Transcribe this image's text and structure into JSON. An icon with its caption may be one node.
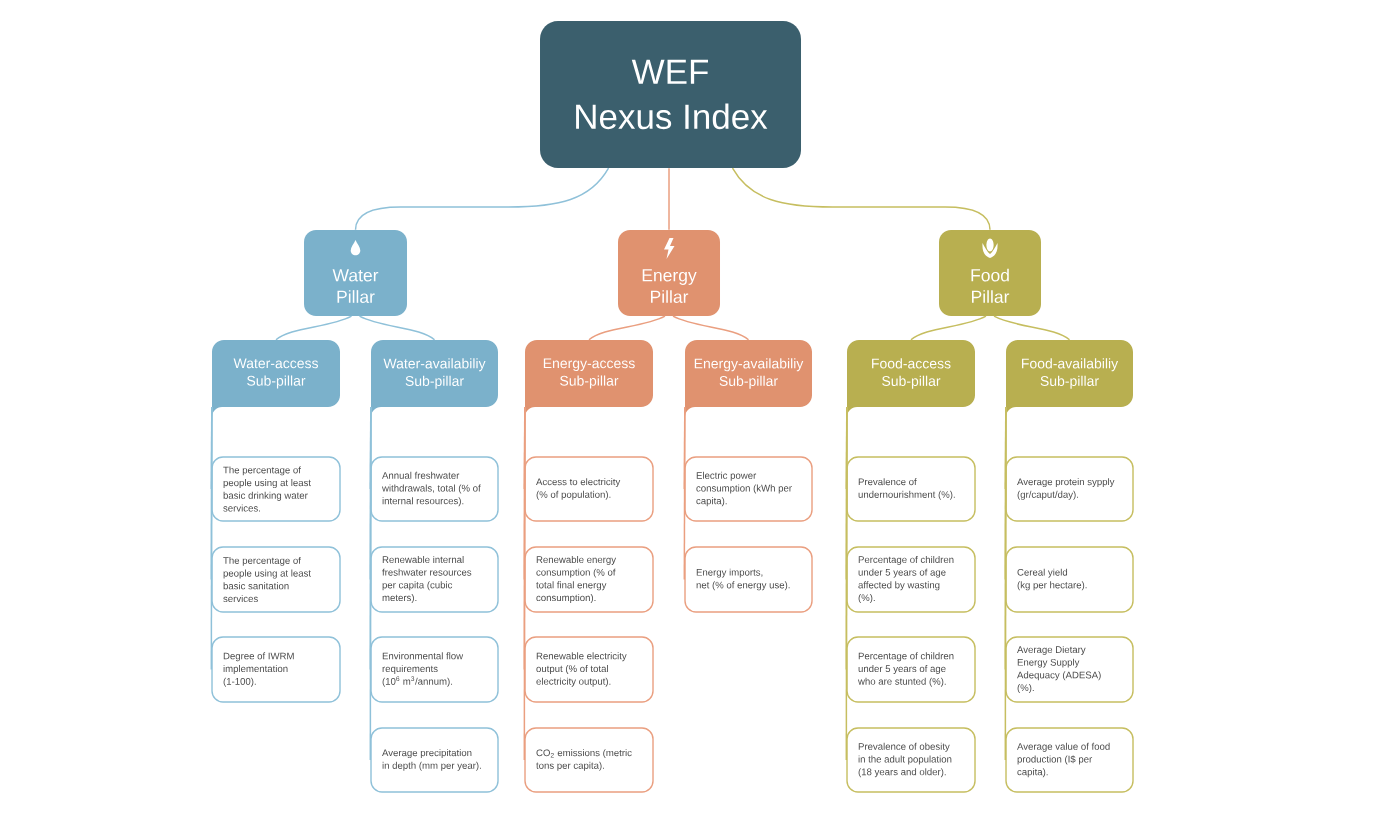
{
  "diagram": {
    "nodes": [
      {
        "text": [
          "WEF Nexus Index"
        ]
      },
      {
        "text": [
          "Water Pillar"
        ]
      },
      {
        "text": [
          "Energy Pillar"
        ]
      },
      {
        "text": [
          "Food Pillar"
        ]
      },
      {
        "text": [
          "Water-access Sub-pillar"
        ]
      },
      {
        "text": [
          "Water-availabiliy Sub-pillar"
        ]
      },
      {
        "text": [
          "Energy-access Sub-pillar"
        ]
      },
      {
        "text": [
          "Energy-availabiliy Sub-pillar"
        ]
      },
      {
        "text": [
          "Food-access Sub-pillar"
        ]
      },
      {
        "text": [
          "Food-availabiliy Sub-pillar"
        ]
      },
      {
        "text": [
          "The percentage of people using at least basic drinking water services."
        ]
      },
      {
        "text": [
          "The percentage of people using at least basic sanitation services"
        ]
      },
      {
        "text": [
          "Degree of IWRM implementation (1-100)."
        ]
      },
      {
        "text": [
          "Annual freshwater withdrawals, total (% of internal resources)."
        ]
      },
      {
        "text": [
          "Renewable internal freshwater resources per capita (cubic meters)."
        ]
      },
      {
        "text": [
          "Environmental flow requirements (10$^{6}$ m$^{3}$/annum)."
        ]
      },
      {
        "text": [
          "Average precipitation in depth (mm per year)."
        ]
      },
      {
        "text": [
          "Access to electricity (% of population)."
        ]
      },
      {
        "text": [
          "Renewable energy consumption (% of total final energy consumption)."
        ]
      },
      {
        "text": [
          "Renewable electricity output (% of total electricity output)."
        ]
      },
      {
        "text": [
          "CO$_{2}$ emissions (metric tons per capita)."
        ]
      },
      {
        "text": [
          "Electric power consumption (kWh per capita)."
        ]
      },
      {
        "text": [
          "Energy imports, net (% of energy use)."
        ]
      },
      {
        "text": [
          "Prevalence of undernourishment (%)."
        ]
      },
      {
        "text": [
          "Percentage of children under 5 years of age affected by wasting (%)."
        ]
      },
      {
        "text": [
          "Percentage of children under 5 years of age who are stunted (%)."
        ]
      },
      {
        "text": [
          "Prevalence of obesity in the adult population (18 years and older)."
        ]
      },
      {
        "text": [
          "Average protein sypply (gr/caput/day)."
        ]
      },
      {
        "text": [
          "Cereal yield (kg per hectare)."
        ]
      },
      {
        "text": [
          "Average Dietary Energy Supply Adequacy (ADESA) (%)."
        ]
      },
      {
        "text": [
          "Average value of food production (I$ per capita)."
        ]
      }
    ],
    "edges": [
      {
        "from": 0,
        "to": 1,
        "arrow": "none",
        "color": "#8fc1d9"
      },
      {
        "from": 0,
        "to": 2,
        "arrow": "none",
        "color": "#ea9f80"
      },
      {
        "from": 0,
        "to": 3,
        "arrow": "none",
        "color": "#c6be60"
      },
      {
        "from": 1,
        "to": 4,
        "arrow": "none",
        "color": "#8fc1d9"
      },
      {
        "from": 1,
        "to": 5,
        "arrow": "none",
        "color": "#8fc1d9"
      },
      {
        "from": 2,
        "to": 6,
        "arrow": "none",
        "color": "#ea9f80"
      },
      {
        "from": 2,
        "to": 7,
        "arrow": "none",
        "color": "#ea9f80"
      },
      {
        "from": 3,
        "to": 8,
        "arrow": "none",
        "color": "#c6be60"
      },
      {
        "from": 3,
        "to": 9,
        "arrow": "none",
        "color": "#c6be60"
      },
      {
        "from": 4,
        "to": 10,
        "arrow": "none",
        "color": "#8fc1d9"
      },
      {
        "from": 4,
        "to": 11,
        "arrow": "none",
        "color": "#8fc1d9"
      },
      {
        "from": 4,
        "to": 12,
        "arrow": "none",
        "color": "#8fc1d9"
      },
      {
        "from": 5,
        "to": 13,
        "arrow": "none",
        "color": "#8fc1d9"
      },
      {
        "from": 5,
        "to": 14,
        "arrow": "none",
        "color": "#8fc1d9"
      },
      {
        "from": 5,
        "to": 15,
        "arrow": "none",
        "color": "#8fc1d9"
      },
      {
        "from": 5,
        "to": 16,
        "arrow": "none",
        "color": "#8fc1d9"
      },
      {
        "from": 6,
        "to": 17,
        "arrow": "none",
        "color": "#ea9f80"
      },
      {
        "from": 6,
        "to": 18,
        "arrow": "none",
        "color": "#ea9f80"
      },
      {
        "from": 6,
        "to": 19,
        "arrow": "none",
        "color": "#ea9f80"
      },
      {
        "from": 6,
        "to": 20,
        "arrow": "none",
        "color": "#ea9f80"
      },
      {
        "from": 7,
        "to": 21,
        "arrow": "none",
        "color": "#ea9f80"
      },
      {
        "from": 7,
        "to": 22,
        "arrow": "none",
        "color": "#ea9f80"
      },
      {
        "from": 8,
        "to": 23,
        "arrow": "none",
        "color": "#c6be60"
      },
      {
        "from": 8,
        "to": 24,
        "arrow": "none",
        "color": "#c6be60"
      },
      {
        "from": 8,
        "to": 25,
        "arrow": "none",
        "color": "#c6be60"
      },
      {
        "from": 8,
        "to": 26,
        "arrow": "none",
        "color": "#c6be60"
      },
      {
        "from": 9,
        "to": 27,
        "arrow": "none",
        "color": "#c6be60"
      },
      {
        "from": 9,
        "to": 28,
        "arrow": "none",
        "color": "#c6be60"
      },
      {
        "from": 9,
        "to": 29,
        "arrow": "none",
        "color": "#c6be60"
      },
      {
        "from": 9,
        "to": 30,
        "arrow": "none",
        "color": "#c6be60"
      }
    ]
  }
}
